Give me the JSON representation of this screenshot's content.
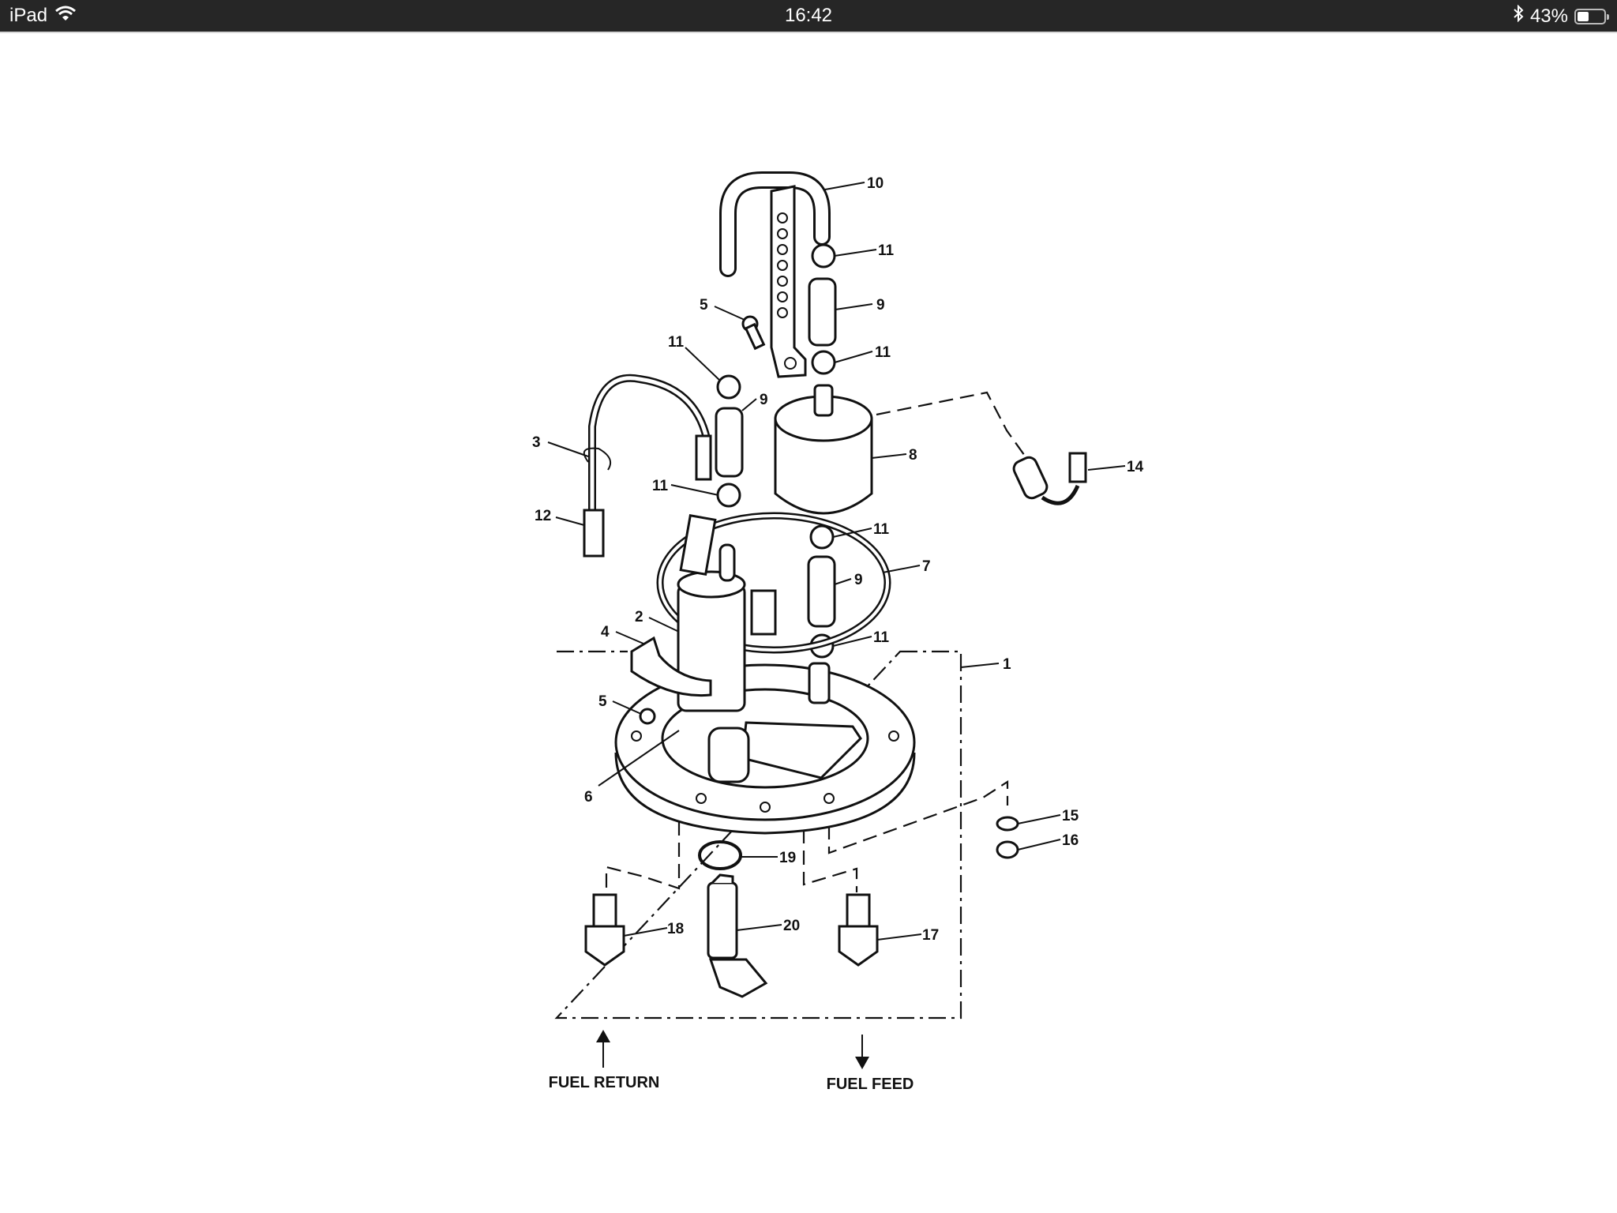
{
  "status_bar": {
    "device": "iPad",
    "time": "16:42",
    "battery_percent_label": "43%",
    "battery_level": 0.43,
    "icons": [
      "wifi-icon",
      "bluetooth-icon",
      "battery-icon"
    ]
  },
  "diagram": {
    "callouts": [
      "10",
      "11",
      "5",
      "9",
      "11",
      "11",
      "9",
      "3",
      "8",
      "14",
      "11",
      "12",
      "11",
      "7",
      "9",
      "2",
      "4",
      "11",
      "1",
      "5",
      "6",
      "15",
      "16",
      "19",
      "18",
      "20",
      "17"
    ],
    "fuel_return": "FUEL RETURN",
    "fuel_feed": "FUEL FEED"
  }
}
